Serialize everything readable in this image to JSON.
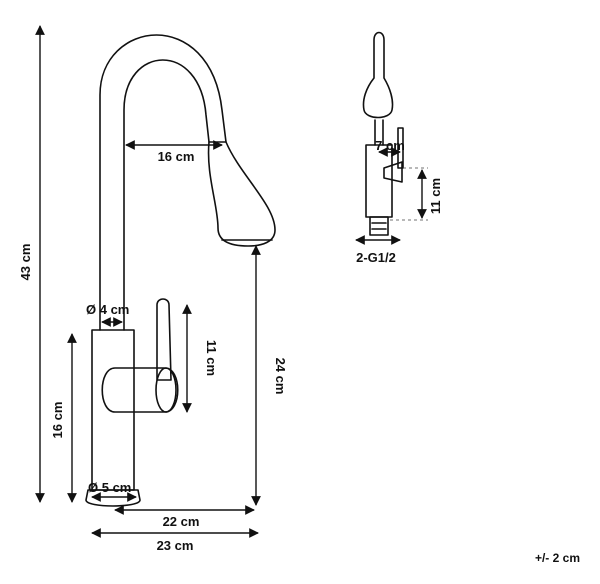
{
  "diagram": {
    "dimensions": {
      "height_total": "43 cm",
      "spout_reach": "16 cm",
      "spout_diameter": "Ø 4 cm",
      "handle_height": "11 cm",
      "body_height": "16 cm",
      "spout_clearance": "24 cm",
      "base_diameter": "Ø 5 cm",
      "base_to_spout": "22 cm",
      "total_depth": "23 cm",
      "side_handle_width": "7 cm",
      "side_handle_height": "11 cm",
      "connector": "2-G1/2"
    },
    "tolerance": "+/- 2 cm"
  }
}
